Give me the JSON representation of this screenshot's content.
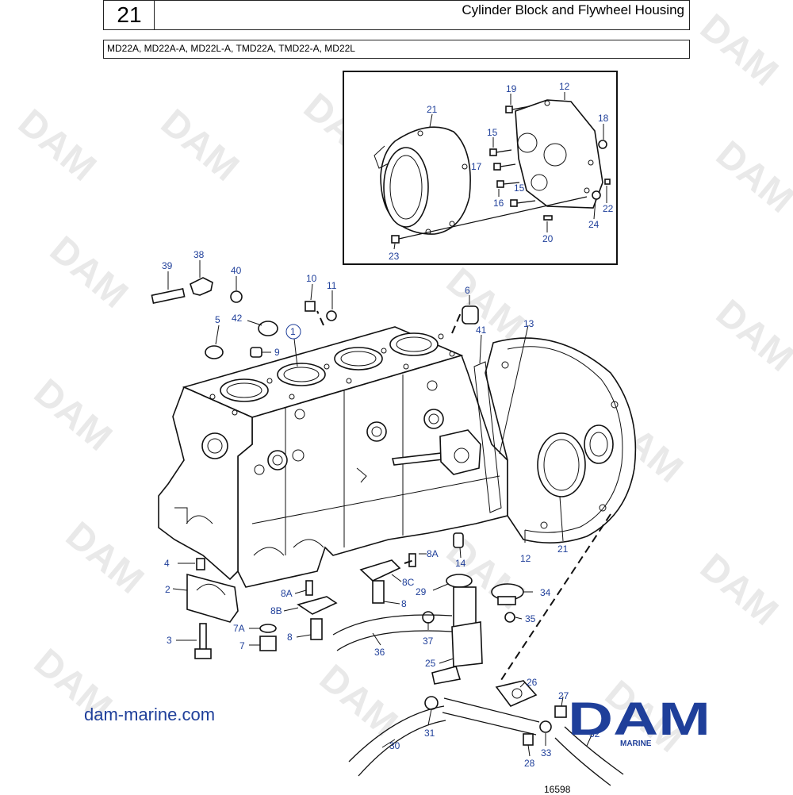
{
  "header": {
    "page_number": "21",
    "title": "Cylinder Block and Flywheel Housing",
    "models": "MD22A, MD22A-A, MD22L-A, TMD22A, TMD22-A, MD22L"
  },
  "inset_callouts": [
    "19",
    "12",
    "21",
    "18",
    "15",
    "17",
    "15",
    "16",
    "22",
    "24",
    "20",
    "23"
  ],
  "main_callouts": [
    "39",
    "38",
    "40",
    "10",
    "11",
    "6",
    "5",
    "42",
    "1",
    "9",
    "41",
    "13",
    "4",
    "2",
    "3",
    "7A",
    "7",
    "8A",
    "8B",
    "8",
    "14",
    "8A",
    "8C",
    "8",
    "29",
    "34",
    "35",
    "37",
    "36",
    "25",
    "26",
    "27",
    "12",
    "21",
    "31",
    "30",
    "33",
    "28",
    "32"
  ],
  "brand": {
    "website": "dam-marine.com",
    "logo_text": "DAM",
    "logo_sub": "MARINE",
    "color": "#1f3f9a"
  },
  "watermark_text": "DAM",
  "drawing_number": "16598"
}
